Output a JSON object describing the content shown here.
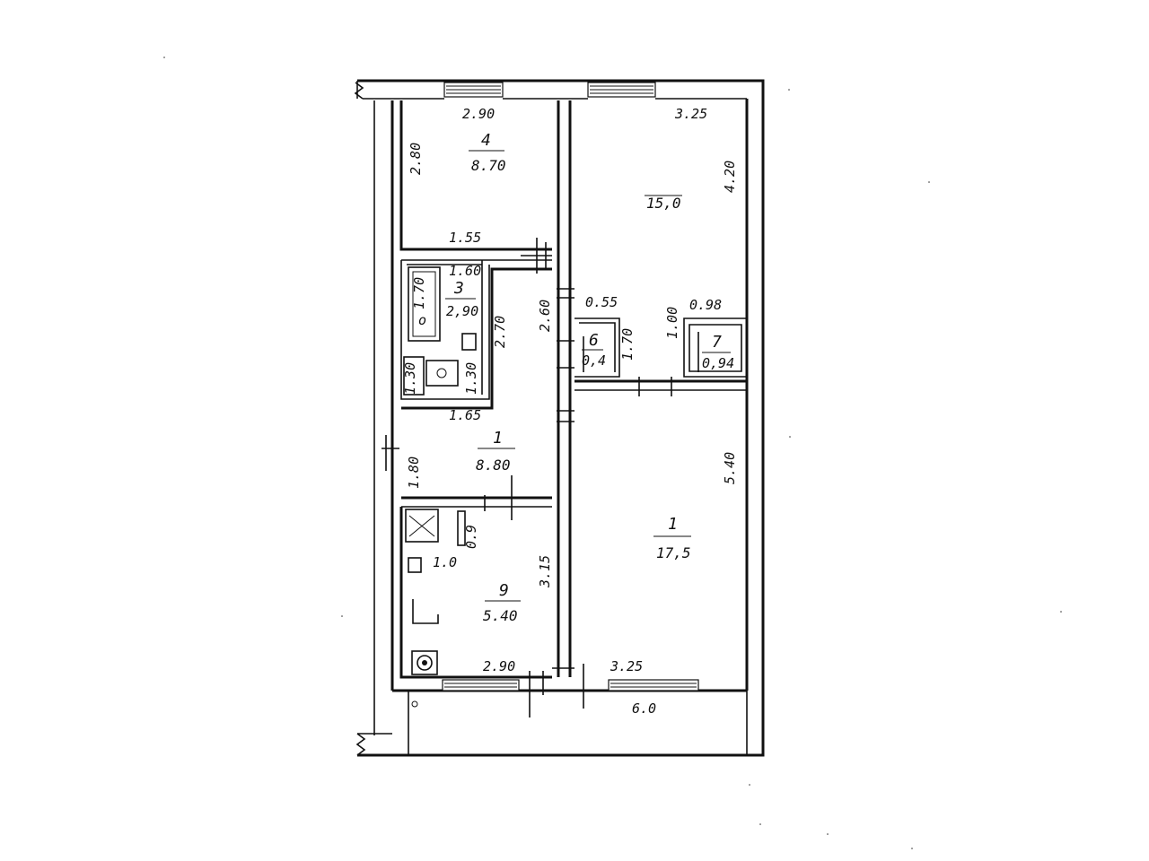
{
  "plan": {
    "rooms": [
      {
        "id": "room-4",
        "number": "4",
        "area": "8.70"
      },
      {
        "id": "room-2",
        "number": "",
        "area": "15,0"
      },
      {
        "id": "room-3",
        "number": "3",
        "area": "2,90"
      },
      {
        "id": "room-6",
        "number": "6",
        "area": "0,4"
      },
      {
        "id": "room-7",
        "number": "7",
        "area": "0,94"
      },
      {
        "id": "hall",
        "number": "1",
        "area": "8.80"
      },
      {
        "id": "room-1",
        "number": "1",
        "area": "17,5"
      },
      {
        "id": "kitchen",
        "number": "9",
        "area": "5.40"
      }
    ],
    "dimensions": [
      "2.90",
      "3.25",
      "2.80",
      "4.20",
      "1.55",
      "1.60",
      "1.70",
      "2.60",
      "1.65",
      "0.55",
      "0.98",
      "1.70",
      "1.00",
      "5.40",
      "1.80",
      "1.0",
      "3.15",
      "2.90",
      "3.25",
      "6.0",
      "2.70",
      "1.30",
      "1.30",
      "0.9"
    ],
    "fixtures": {
      "bath_mark": "o",
      "stove_mark": "",
      "toilet_mark": ""
    }
  }
}
